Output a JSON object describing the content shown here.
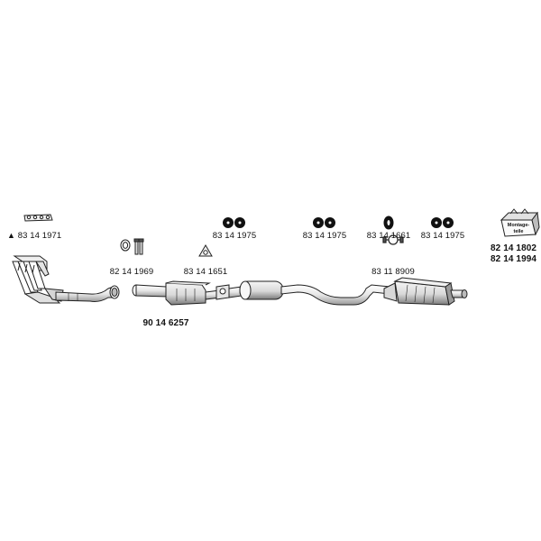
{
  "diagram": {
    "colors": {
      "stroke": "#222222",
      "fill_light": "#f2f2f2",
      "fill_mid": "#cfcfcf",
      "fill_dark": "#555555",
      "text": "#111111"
    },
    "parts": [
      {
        "id": "manifold",
        "part_number": "83 14 1971",
        "marker": "▲",
        "icon": "gasket-icon"
      },
      {
        "id": "pipe_gasket",
        "part_number": "82 14 1969",
        "icon": "ring-gasket-and-bolts-icon"
      },
      {
        "id": "front_pipe",
        "part_number": "90 14 6257",
        "icon": "front-pipe-icon"
      },
      {
        "id": "catalyst_gasket",
        "part_number": "83 14 1651",
        "icon": "triangle-gasket-icon"
      },
      {
        "id": "rubber_mount_1",
        "part_number": "83 14 1975",
        "icon": "rubber-mount-icon"
      },
      {
        "id": "rubber_mount_2",
        "part_number": "83 14 1975",
        "icon": "rubber-mount-icon"
      },
      {
        "id": "hanger",
        "part_number": "83 14 1661",
        "icon": "hanger-ring-icon"
      },
      {
        "id": "rubber_mount_3",
        "part_number": "83 14 1975",
        "icon": "rubber-mount-icon"
      },
      {
        "id": "clamp",
        "part_number": "83 11 8909",
        "icon": "clamp-icon"
      },
      {
        "id": "mounting_kit",
        "part_numbers": [
          "82 14 1802",
          "82 14 1994"
        ],
        "box_label": [
          "Montage-",
          "teile"
        ],
        "icon": "mounting-kit-box-icon"
      }
    ]
  }
}
